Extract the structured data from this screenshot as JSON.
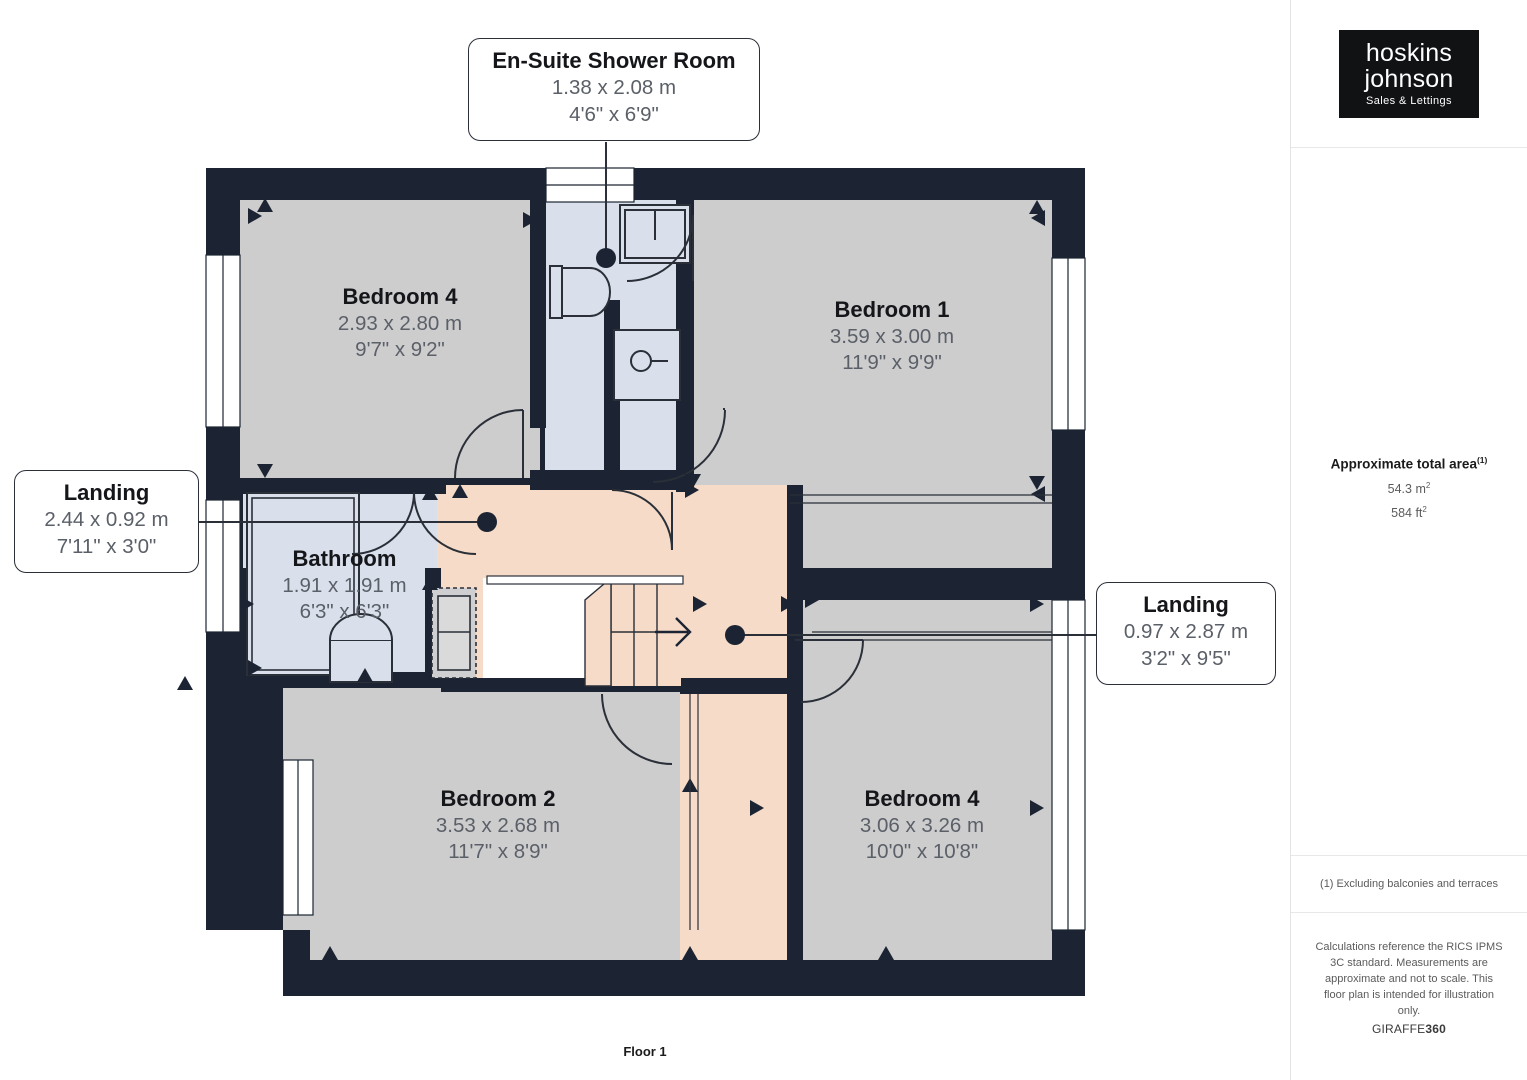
{
  "floor": {
    "label": "Floor 1"
  },
  "sidebar": {
    "logo": {
      "line1": "hoskins",
      "line2": "johnson",
      "line3": "Sales & Lettings"
    },
    "area": {
      "title": "Approximate total area",
      "title_sup": "(1)",
      "metric": "54.3 m",
      "metric_sup": "2",
      "imperial": "584 ft",
      "imperial_sup": "2"
    },
    "footnote": "(1) Excluding balconies and terraces",
    "disclaimer": "Calculations reference the RICS IPMS 3C standard. Measurements are approximate and not to scale. This floor plan is intended for illustration only.",
    "brand_prefix": "GIRAFFE",
    "brand_suffix": "360"
  },
  "watermark": {
    "line1": "hoskins",
    "line2": "johnson",
    "line3": "Sales & Lettings"
  },
  "colors": {
    "wall": "#1C2433",
    "room_fill": "#CDCDCE",
    "wet_fill": "#D9DFEB",
    "landing_fill": "#F6DCC8",
    "stair_fill": "#F6DCC8",
    "window": "#FFFFFF",
    "text_dark": "#15161A",
    "text_gray": "#5B6068",
    "watermark": "#E0E0E0"
  },
  "rooms": [
    {
      "id": "bedroom-4-top",
      "name": "Bedroom 4",
      "metric": "2.93 x 2.80 m",
      "imperial": "9'7\" x 9'2\""
    },
    {
      "id": "bedroom-1",
      "name": "Bedroom 1",
      "metric": "3.59 x 3.00 m",
      "imperial": "11'9\" x 9'9\""
    },
    {
      "id": "bathroom",
      "name": "Bathroom",
      "metric": "1.91 x 1.91 m",
      "imperial": "6'3\" x 6'3\""
    },
    {
      "id": "bedroom-2",
      "name": "Bedroom 2",
      "metric": "3.53 x 2.68 m",
      "imperial": "11'7\" x 8'9\""
    },
    {
      "id": "bedroom-4-bottom",
      "name": "Bedroom 4",
      "metric": "3.06 x 3.26 m",
      "imperial": "10'0\" x 10'8\""
    }
  ],
  "callouts": [
    {
      "id": "ensuite",
      "name": "En-Suite Shower Room",
      "metric": "1.38 x 2.08 m",
      "imperial": "4'6\" x 6'9\""
    },
    {
      "id": "landing-left",
      "name": "Landing",
      "metric": "2.44 x 0.92 m",
      "imperial": "7'11\" x 3'0\""
    },
    {
      "id": "landing-right",
      "name": "Landing",
      "metric": "0.97 x 2.87 m",
      "imperial": "3'2\" x 9'5\""
    }
  ]
}
